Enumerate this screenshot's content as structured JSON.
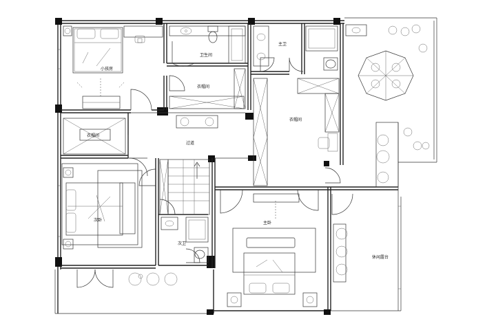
{
  "rooms": {
    "small_bedroom": "小孩房",
    "bathroom_1": "卫生间",
    "closet_1": "衣帽间",
    "bath_2": "主卫",
    "closet_2": "衣帽间",
    "closet_3": "衣帽间",
    "corridor": "过道",
    "second_bedroom_1": "次卧",
    "bath_3": "次卫",
    "master_bedroom": "主卧",
    "balcony": "休闲露台"
  }
}
